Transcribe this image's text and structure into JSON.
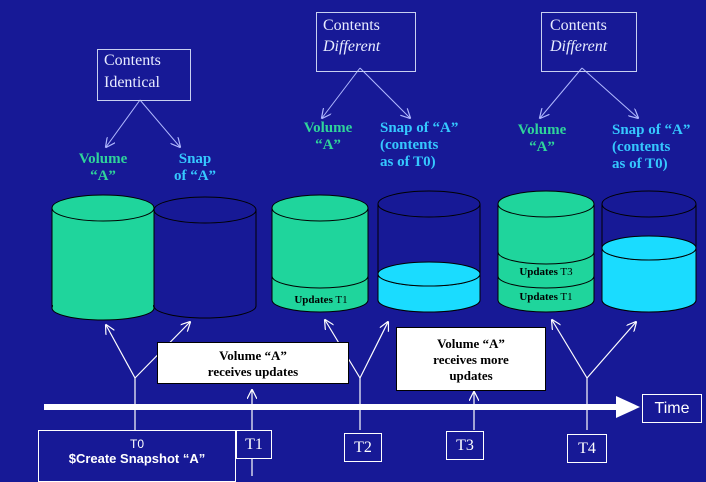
{
  "colors": {
    "background": "#171996",
    "volume_fill": "#1fd59c",
    "snap_fill": "#1adcff",
    "outline": "#000000"
  },
  "callouts": [
    {
      "line1": "Contents",
      "line2": "Identical"
    },
    {
      "line1": "Contents",
      "line2": "Different"
    },
    {
      "line1": "Contents",
      "line2": "Different"
    }
  ],
  "stage1": {
    "volume_label1": "Volume",
    "volume_label2": "“A”",
    "snap_label1": "Snap",
    "snap_label2": "of “A”"
  },
  "stage2": {
    "volume_label1": "Volume",
    "volume_label2": "“A”",
    "snap_label1": "Snap of “A”",
    "snap_label2": "(contents",
    "snap_label3": "as of T0)",
    "update_t1": "Updates",
    "update_t1_tag": "T1"
  },
  "stage3": {
    "volume_label1": "Volume",
    "volume_label2": "“A”",
    "snap_label1": "Snap of “A”",
    "snap_label2": "(contents",
    "snap_label3": "as of T0)",
    "update_t3": "Updates",
    "update_t3_tag": "T3",
    "update_t1": "Updates",
    "update_t1_tag": "T1"
  },
  "events": {
    "receives_updates_1": "Volume “A”",
    "receives_updates_2": "receives updates",
    "receives_more_1": "Volume “A”",
    "receives_more_2": "receives more",
    "receives_more_3": "updates"
  },
  "timeline": {
    "time_label": "Time",
    "t0": "T0",
    "t1": "T1",
    "t2": "T2",
    "t3": "T3",
    "t4": "T4",
    "create_cmd": "$Create Snapshot “A”"
  }
}
